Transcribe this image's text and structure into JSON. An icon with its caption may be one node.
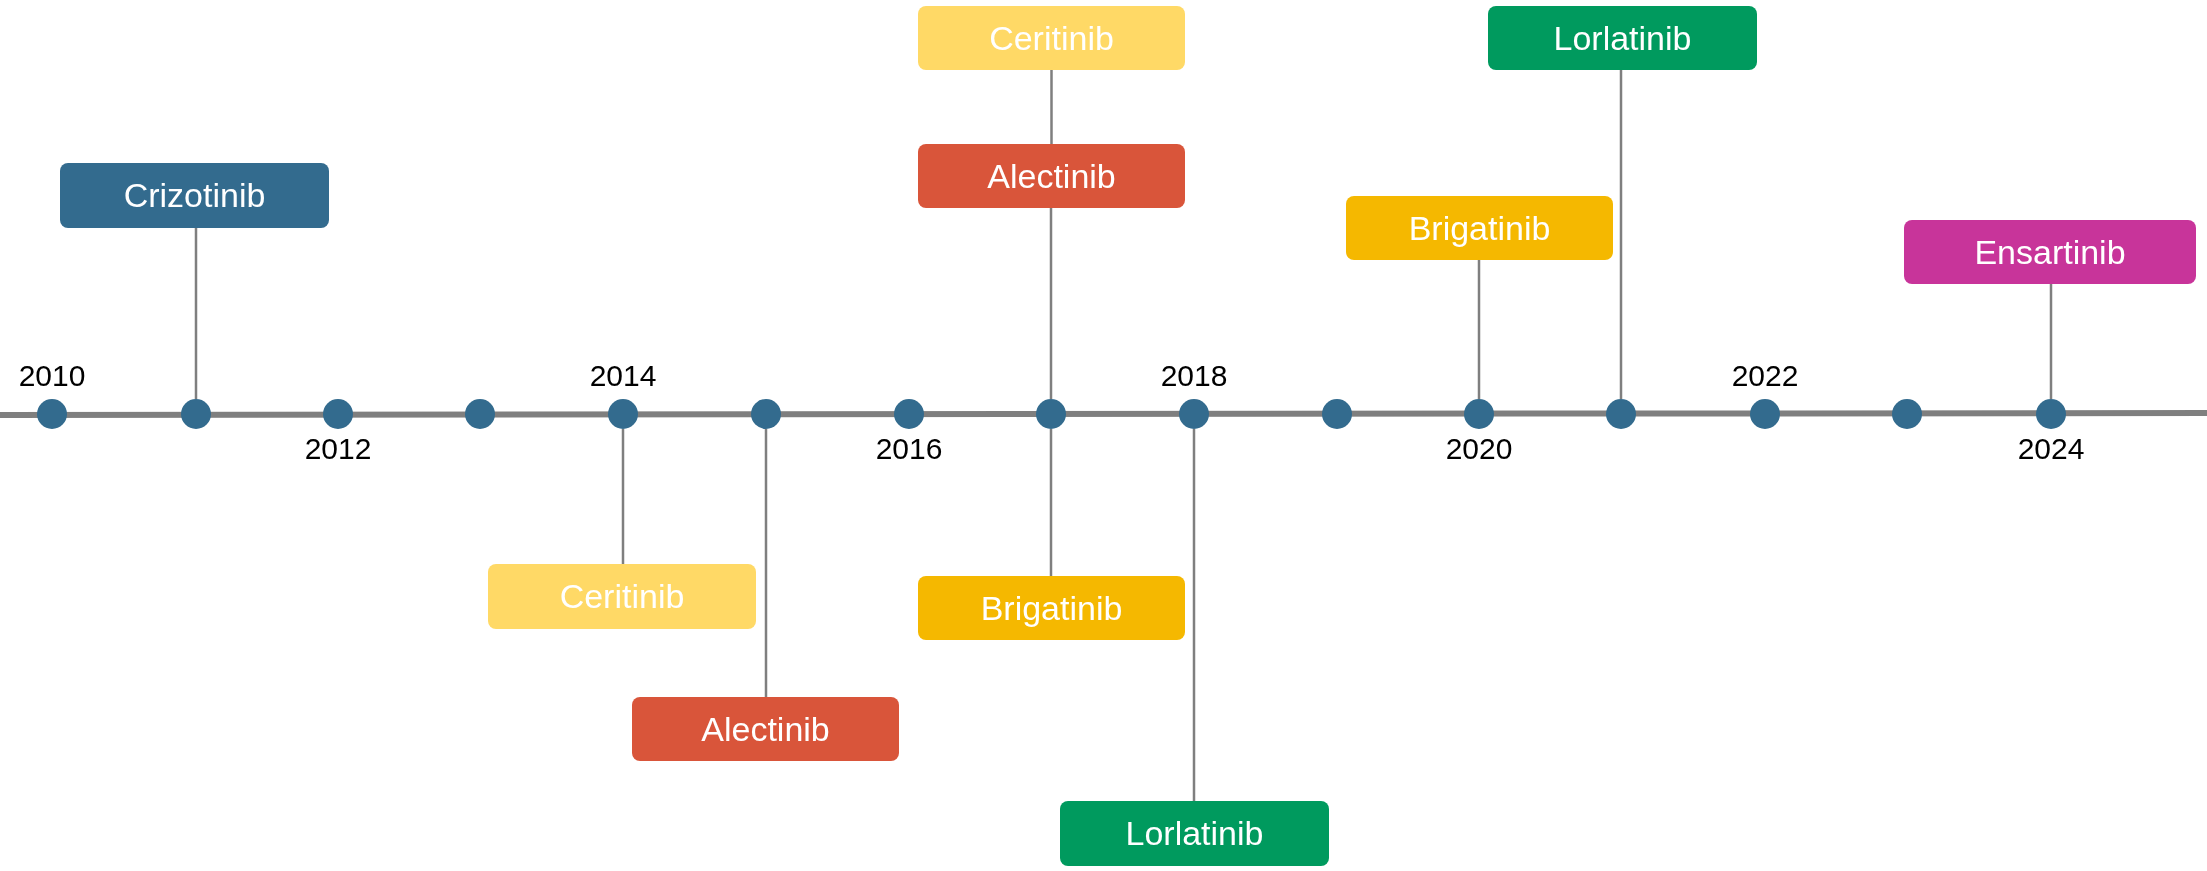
{
  "diagram": {
    "nodes": [
      {
        "text": [
          "Crizotinib"
        ]
      },
      {
        "text": [
          "Ceritinib"
        ]
      },
      {
        "text": [
          "Alectinib"
        ]
      },
      {
        "text": [
          "Lorlatinib"
        ]
      },
      {
        "text": [
          "Brigatinib"
        ]
      },
      {
        "text": [
          "Ensartinib"
        ]
      },
      {
        "text": [
          "Ceritinib"
        ]
      },
      {
        "text": [
          "Brigatinib"
        ]
      },
      {
        "text": [
          "Alectinib"
        ]
      },
      {
        "text": [
          "Lorlatinib"
        ]
      },
      {
        "text": [],
        "shape": "circle",
        "beside": [
          "2010"
        ]
      },
      {
        "text": [],
        "shape": "circle"
      },
      {
        "text": [],
        "shape": "circle",
        "beside": [
          "2012"
        ]
      },
      {
        "text": [],
        "shape": "circle"
      },
      {
        "text": [],
        "shape": "circle",
        "beside": [
          "2014"
        ]
      },
      {
        "text": [],
        "shape": "circle"
      },
      {
        "text": [],
        "shape": "circle",
        "beside": [
          "2016"
        ]
      },
      {
        "text": [],
        "shape": "circle"
      },
      {
        "text": [],
        "shape": "circle",
        "beside": [
          "2018"
        ]
      },
      {
        "text": [],
        "shape": "circle"
      },
      {
        "text": [],
        "shape": "circle",
        "beside": [
          "2020"
        ]
      },
      {
        "text": [],
        "shape": "circle"
      },
      {
        "text": [],
        "shape": "circle",
        "beside": [
          "2022"
        ]
      },
      {
        "text": [],
        "shape": "circle"
      },
      {
        "text": [],
        "shape": "circle",
        "beside": [
          "2024"
        ]
      }
    ],
    "edges": [
      {
        "from": 0,
        "to": 11,
        "arrow": "none"
      },
      {
        "from": 1,
        "to": 2,
        "arrow": "none"
      },
      {
        "from": 2,
        "to": 17,
        "arrow": "none"
      },
      {
        "from": 3,
        "to": 21,
        "arrow": "none"
      },
      {
        "from": 4,
        "to": 20,
        "arrow": "none"
      },
      {
        "from": 5,
        "to": 24,
        "arrow": "none"
      },
      {
        "from": 6,
        "to": 14,
        "arrow": "none"
      },
      {
        "from": 7,
        "to": 17,
        "arrow": "none"
      },
      {
        "from": 8,
        "to": 15,
        "arrow": "none"
      },
      {
        "from": 9,
        "to": 18,
        "arrow": "none"
      }
    ]
  }
}
